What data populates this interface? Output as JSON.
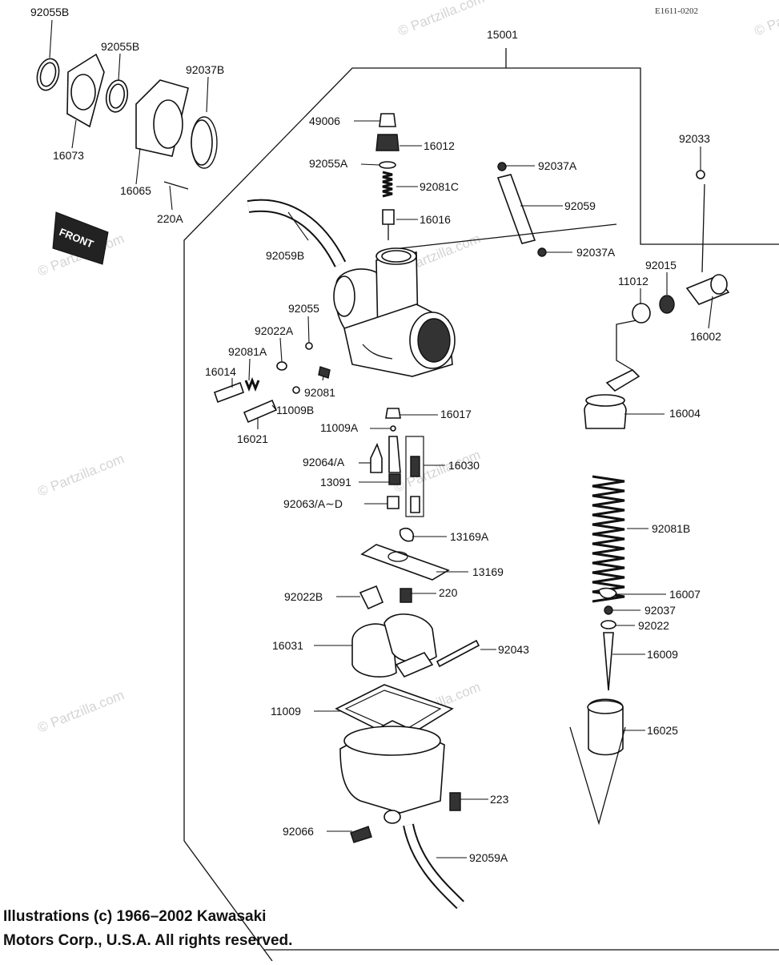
{
  "diagram": {
    "code": "E1611-0202",
    "watermark": "© Partzilla.com",
    "front_label": "FRONT",
    "copyright_line1": "Illustrations (c) 1966–2002 Kawasaki",
    "copyright_line2": "Motors Corp., U.S.A.  All rights reserved."
  },
  "parts": [
    {
      "id": "92055B",
      "label": "92055B"
    },
    {
      "id": "92055B-2",
      "label": "92055B"
    },
    {
      "id": "92037B",
      "label": "92037B"
    },
    {
      "id": "16073",
      "label": "16073"
    },
    {
      "id": "16065",
      "label": "16065"
    },
    {
      "id": "220A",
      "label": "220A"
    },
    {
      "id": "15001",
      "label": "15001"
    },
    {
      "id": "49006",
      "label": "49006"
    },
    {
      "id": "16012",
      "label": "16012"
    },
    {
      "id": "92055A",
      "label": "92055A"
    },
    {
      "id": "92037A",
      "label": "92037A"
    },
    {
      "id": "92081C",
      "label": "92081C"
    },
    {
      "id": "92059",
      "label": "92059"
    },
    {
      "id": "16016",
      "label": "16016"
    },
    {
      "id": "92059B",
      "label": "92059B"
    },
    {
      "id": "92037A-2",
      "label": "92037A"
    },
    {
      "id": "92033",
      "label": "92033"
    },
    {
      "id": "92015",
      "label": "92015"
    },
    {
      "id": "11012",
      "label": "11012"
    },
    {
      "id": "16002",
      "label": "16002"
    },
    {
      "id": "92055",
      "label": "92055"
    },
    {
      "id": "92022A",
      "label": "92022A"
    },
    {
      "id": "92081A",
      "label": "92081A"
    },
    {
      "id": "16014",
      "label": "16014"
    },
    {
      "id": "92081",
      "label": "92081"
    },
    {
      "id": "11009B",
      "label": "11009B"
    },
    {
      "id": "16021",
      "label": "16021"
    },
    {
      "id": "16004",
      "label": "16004"
    },
    {
      "id": "16017",
      "label": "16017"
    },
    {
      "id": "11009A",
      "label": "11009A"
    },
    {
      "id": "92064/A",
      "label": "92064/A"
    },
    {
      "id": "16030",
      "label": "16030"
    },
    {
      "id": "13091",
      "label": "13091"
    },
    {
      "id": "92063/A~D",
      "label": "92063/A∼D"
    },
    {
      "id": "13169A",
      "label": "13169A"
    },
    {
      "id": "13169",
      "label": "13169"
    },
    {
      "id": "92081B",
      "label": "92081B"
    },
    {
      "id": "92022B",
      "label": "92022B"
    },
    {
      "id": "220",
      "label": "220"
    },
    {
      "id": "16007",
      "label": "16007"
    },
    {
      "id": "92037",
      "label": "92037"
    },
    {
      "id": "92022",
      "label": "92022"
    },
    {
      "id": "16031",
      "label": "16031"
    },
    {
      "id": "92043",
      "label": "92043"
    },
    {
      "id": "16009",
      "label": "16009"
    },
    {
      "id": "11009",
      "label": "11009"
    },
    {
      "id": "16025",
      "label": "16025"
    },
    {
      "id": "223",
      "label": "223"
    },
    {
      "id": "92066",
      "label": "92066"
    },
    {
      "id": "92059A",
      "label": "92059A"
    }
  ]
}
